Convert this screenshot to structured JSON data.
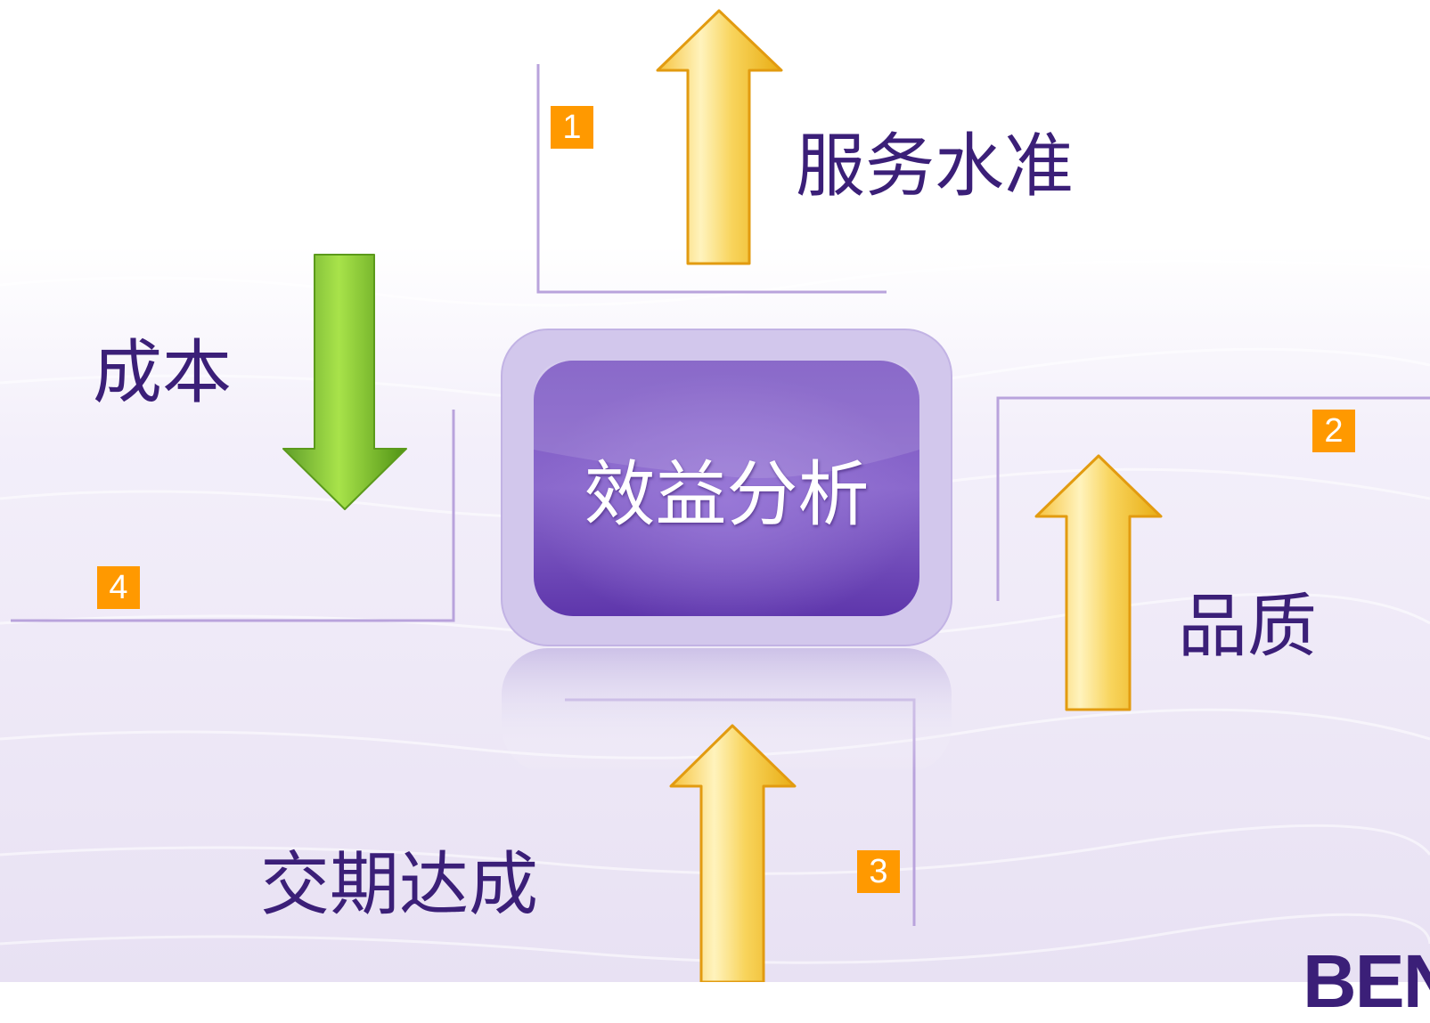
{
  "center": {
    "label": "效益分析"
  },
  "items": [
    {
      "number": "1",
      "label": "服务水准",
      "direction": "up",
      "color": "yellow"
    },
    {
      "number": "2",
      "label": "品质",
      "direction": "up",
      "color": "yellow"
    },
    {
      "number": "3",
      "label": "交期达成",
      "direction": "up",
      "color": "yellow"
    },
    {
      "number": "4",
      "label": "成本",
      "direction": "down",
      "color": "green"
    }
  ],
  "logo": {
    "visible_text": "BEN"
  },
  "colors": {
    "text": "#3b1f78",
    "badge": "#ff9900",
    "line": "#b9a3dc",
    "center_fill": "#6b44b8",
    "center_frame": "#cfc3ea",
    "arrow_up": "#f7c948",
    "arrow_down": "#7fc41f"
  }
}
